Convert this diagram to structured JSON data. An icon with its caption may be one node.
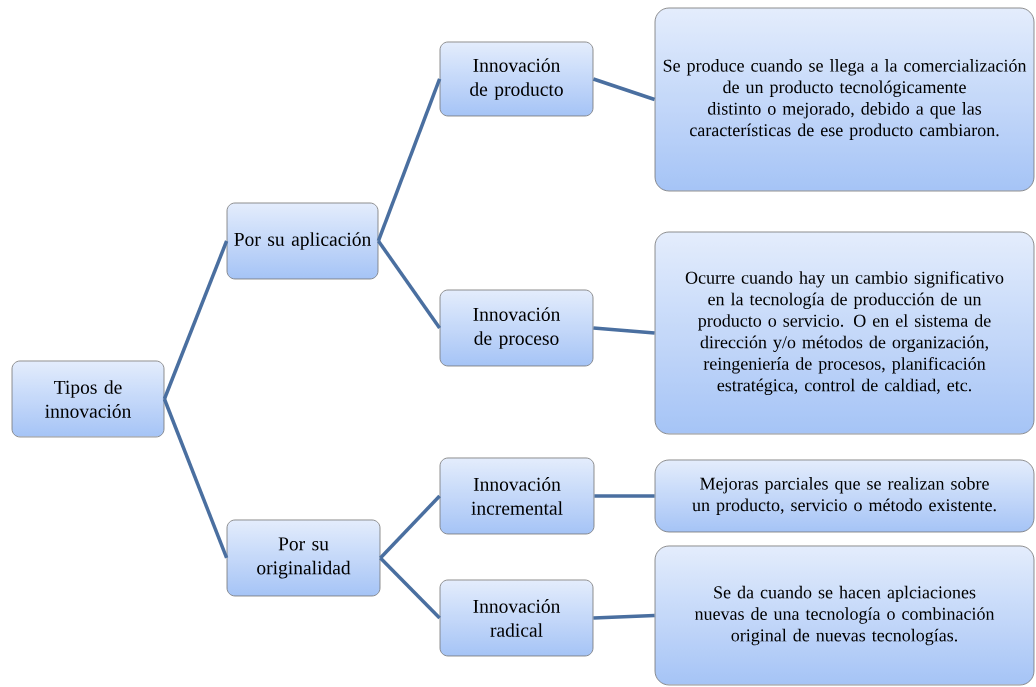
{
  "diagram": {
    "nodes": [
      {
        "text": [
          "Tipos de innovación"
        ]
      },
      {
        "text": [
          "Por su aplicación"
        ]
      },
      {
        "text": [
          "Innovación de producto"
        ]
      },
      {
        "text": [
          "Se produce cuando se llega a la comercialización de un producto tecnológicamente  distinto o mejorado, debido a que las características de ese producto cambiaron."
        ]
      },
      {
        "text": [
          "Innovación de proceso"
        ]
      },
      {
        "text": [
          "Ocurre cuando hay un cambio significativo en la tecnología de producción de un producto o servicio.  O en el sistema de dirección y/o métodos de organización, reingeniería de procesos, planificación estratégica, control de caldiad, etc."
        ]
      },
      {
        "text": [
          "Por su originalidad"
        ]
      },
      {
        "text": [
          "Innovación incremental"
        ]
      },
      {
        "text": [
          "Mejoras parciales que se realizan sobre un producto, servicio o método existente."
        ]
      },
      {
        "text": [
          "Innovación radical"
        ]
      },
      {
        "text": [
          "Se da cuando se hacen aplciaciones nuevas de una tecnología o combinación original de nuevas tecnologías."
        ]
      }
    ],
    "edges": [
      {
        "from": 0,
        "to": 1,
        "arrow": "none"
      },
      {
        "from": 0,
        "to": 6,
        "arrow": "none"
      },
      {
        "from": 1,
        "to": 2,
        "arrow": "none"
      },
      {
        "from": 1,
        "to": 4,
        "arrow": "none"
      },
      {
        "from": 2,
        "to": 3,
        "arrow": "none"
      },
      {
        "from": 4,
        "to": 5,
        "arrow": "none"
      },
      {
        "from": 6,
        "to": 7,
        "arrow": "none"
      },
      {
        "from": 6,
        "to": 9,
        "arrow": "none"
      },
      {
        "from": 7,
        "to": 8,
        "arrow": "none"
      },
      {
        "from": 9,
        "to": 10,
        "arrow": "none"
      }
    ]
  }
}
